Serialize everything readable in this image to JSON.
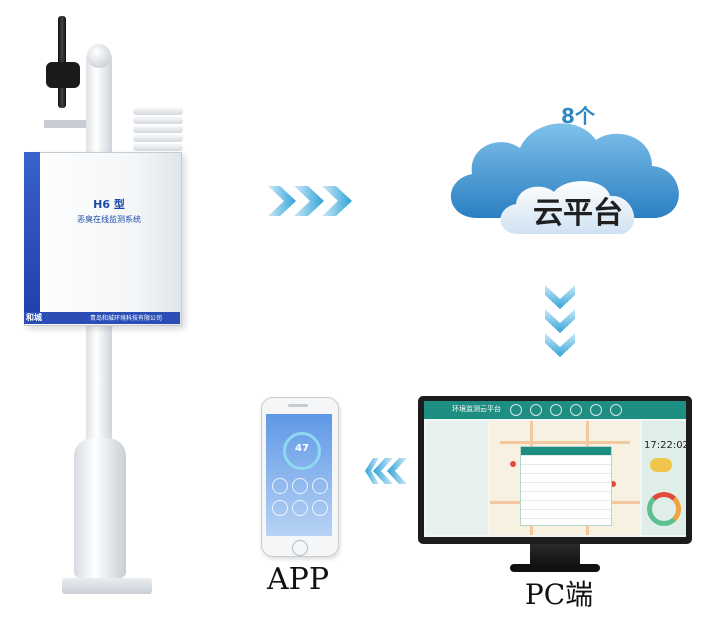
{
  "device": {
    "title": "H6 型",
    "subtitle": "恶臭在线监测系统",
    "logo": "和城",
    "company": "青岛和城环境科技有限公司"
  },
  "cloud": {
    "count": "8个",
    "label": "云平台"
  },
  "phone": {
    "reading": "47",
    "label": "APP"
  },
  "pc": {
    "screen_title": "环境监测云平台",
    "time": "17:22:02",
    "label": "PC端"
  },
  "colors": {
    "arrow": "#2fa3d8",
    "cloud": "#3a8fcf",
    "device_blue": "#2448b0",
    "platform_green": "#1f8e82"
  },
  "icons": [
    "arrow-right-icon",
    "arrow-down-icon",
    "arrow-left-icon",
    "cloud-icon"
  ]
}
